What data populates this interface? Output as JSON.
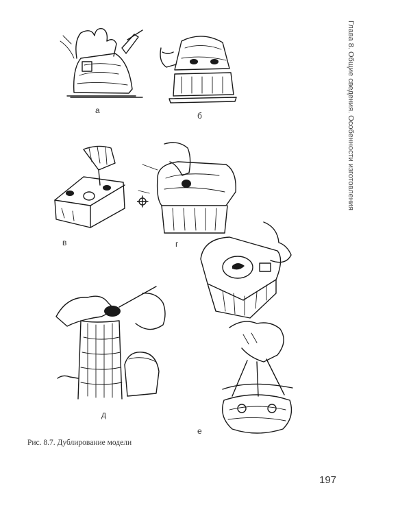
{
  "running_head": "Глава 8. Общие сведения. Особенности изготовления",
  "figure": {
    "caption": "Рис. 8.7. Дублирование модели",
    "panel_labels": {
      "a": "а",
      "b": "б",
      "v": "в",
      "g": "г",
      "d": "д",
      "e": "е"
    }
  },
  "page_number": "197"
}
